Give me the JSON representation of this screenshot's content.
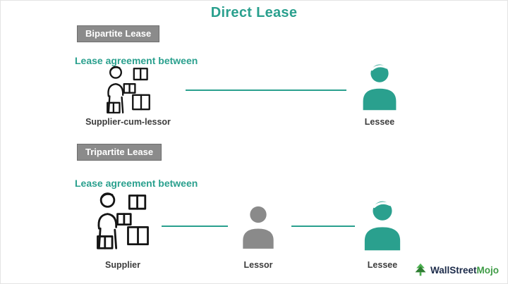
{
  "title": "Direct Lease",
  "colors": {
    "accent_teal": "#2aa08e",
    "badge_gray": "#8b8b8b",
    "lessor_gray": "#8a8a8a",
    "label_dark": "#3c3c3c",
    "logo_navy": "#1c2b4a",
    "logo_green": "#3f9c46"
  },
  "bipartite": {
    "badge": "Bipartite Lease",
    "subtitle": "Lease agreement between",
    "supplier_label": "Supplier-cum-lessor",
    "lessee_label": "Lessee"
  },
  "tripartite": {
    "badge": "Tripartite Lease",
    "subtitle": "Lease agreement between",
    "supplier_label": "Supplier",
    "lessor_label": "Lessor",
    "lessee_label": "Lessee"
  },
  "icons": {
    "supplier": "supplier-with-boxes-icon",
    "lessee": "person-teal-icon",
    "lessor": "person-gray-icon"
  },
  "logo": {
    "name": "WallStreetMojo",
    "part1": "WallStreet",
    "part2": "Mojo"
  }
}
